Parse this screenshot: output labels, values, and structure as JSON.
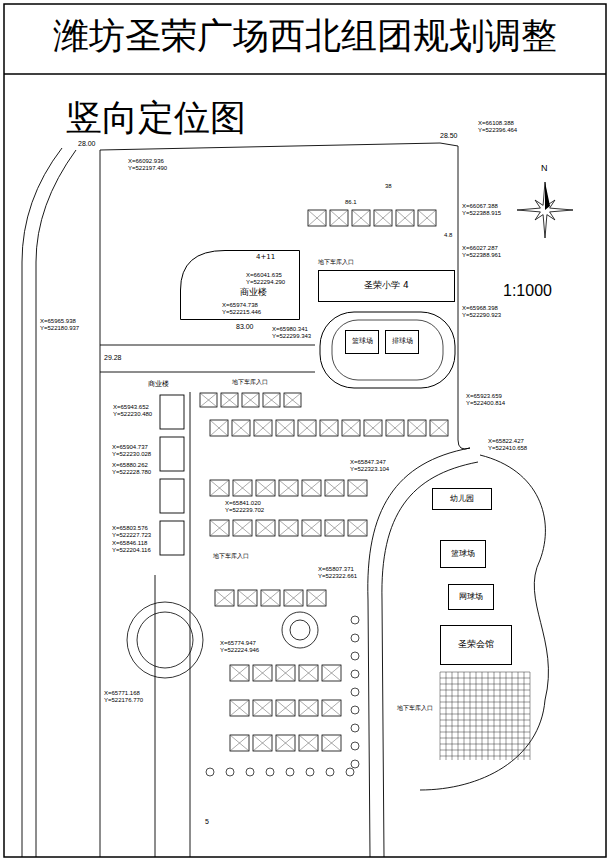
{
  "diagram": {
    "title": "潍坊圣荣广场西北组团规划调整",
    "nodes": [
      {
        "text": [
          "4+11",
          "商业楼"
        ]
      },
      {
        "text": [
          "圣荣小学 4"
        ]
      },
      {
        "text": [
          "篮球场"
        ]
      },
      {
        "text": [
          "排球场"
        ]
      },
      {
        "text": [
          "幼儿园"
        ]
      },
      {
        "text": [
          "篮球场"
        ]
      },
      {
        "text": [
          "网球场"
        ]
      },
      {
        "text": [
          "圣荣会馆"
        ]
      }
    ],
    "labels": [
      "竖向定位图",
      "1:1000",
      "N",
      "28.00",
      "28.50",
      "X=66108.388",
      "Y=522396.464",
      "X=66092.936",
      "Y=522197.490",
      "X=66067.388",
      "Y=522388.915",
      "X=66027.287",
      "Y=522388.961",
      "X=66041.635",
      "Y=522294.290",
      "X=65974.738",
      "Y=522215.446",
      "83.00",
      "X=65980.341",
      "Y=522299.343",
      "X=65968.398",
      "Y=522290.923",
      "X=65965.938",
      "Y=522180.937",
      "29.28",
      "商业楼",
      "地下车库入口",
      "X=65943.652",
      "Y=522230.480",
      "X=65923.659",
      "Y=522400.814",
      "X=65904.737",
      "Y=522230.028",
      "X=65880.262",
      "Y=522228.780",
      "X=65822.427",
      "Y=522410.658",
      "X=65847.347",
      "Y=522323.104",
      "X=65841.020",
      "Y=522239.702",
      "X=65803.576",
      "Y=522227.723",
      "X=65846.118",
      "Y=522204.116",
      "地下车库入口",
      "X=65807.371",
      "Y=522322.661",
      "X=65774.947",
      "Y=522224.946",
      "X=65771.168",
      "Y=522176.770",
      "地下车库入口",
      "地下车库入口",
      "38",
      "86.1",
      "4.8",
      "5"
    ]
  }
}
